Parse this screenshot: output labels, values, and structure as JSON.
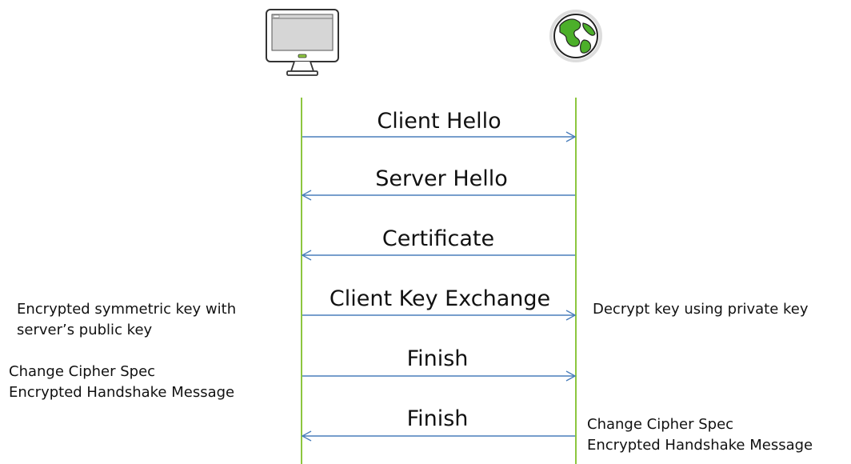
{
  "participants": {
    "client": {
      "icon": "desktop-computer-icon"
    },
    "server": {
      "icon": "globe-icon"
    }
  },
  "colors": {
    "lifeline": "#8dc63f",
    "arrow": "#4a7ebb",
    "globe_land": "#4caf2a",
    "globe_outline": "#222222"
  },
  "messages": [
    {
      "label": "Client Hello",
      "direction": "client-to-server"
    },
    {
      "label": "Server Hello",
      "direction": "server-to-client"
    },
    {
      "label": "Certificate",
      "direction": "server-to-client"
    },
    {
      "label": "Client Key Exchange",
      "direction": "client-to-server"
    },
    {
      "label": "Finish",
      "direction": "client-to-server"
    },
    {
      "label": "Finish",
      "direction": "server-to-client"
    }
  ],
  "notes": {
    "client_key": [
      "Encrypted symmetric key with",
      "server’s public key"
    ],
    "server_key": [
      "Decrypt key using private key"
    ],
    "client_finish": [
      "Change Cipher Spec",
      "Encrypted Handshake Message"
    ],
    "server_finish": [
      "Change Cipher Spec",
      "Encrypted Handshake Message"
    ]
  }
}
